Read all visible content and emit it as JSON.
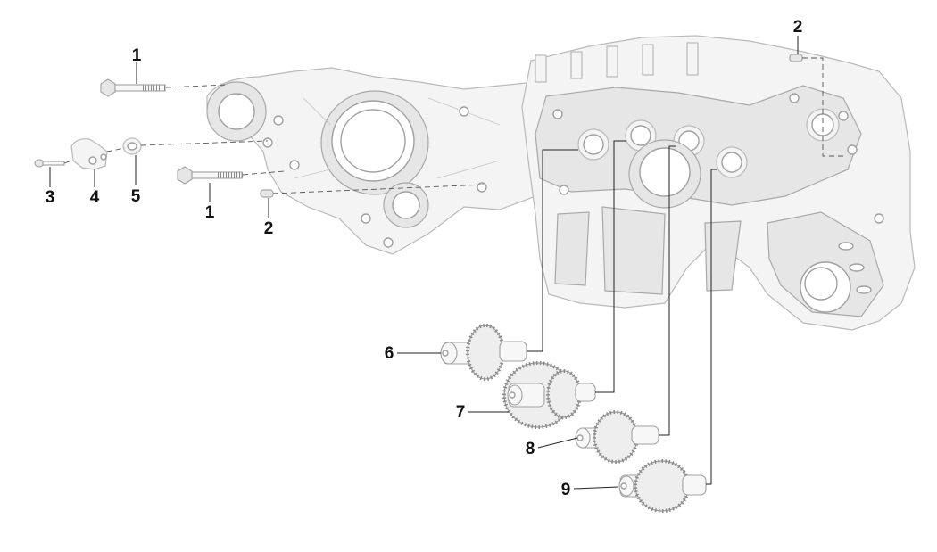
{
  "callouts": {
    "c1a": "1",
    "c1b": "1",
    "c2a": "2",
    "c2b": "2",
    "c3": "3",
    "c4": "4",
    "c5": "5",
    "c6": "6",
    "c7": "7",
    "c8": "8",
    "c9": "9"
  }
}
